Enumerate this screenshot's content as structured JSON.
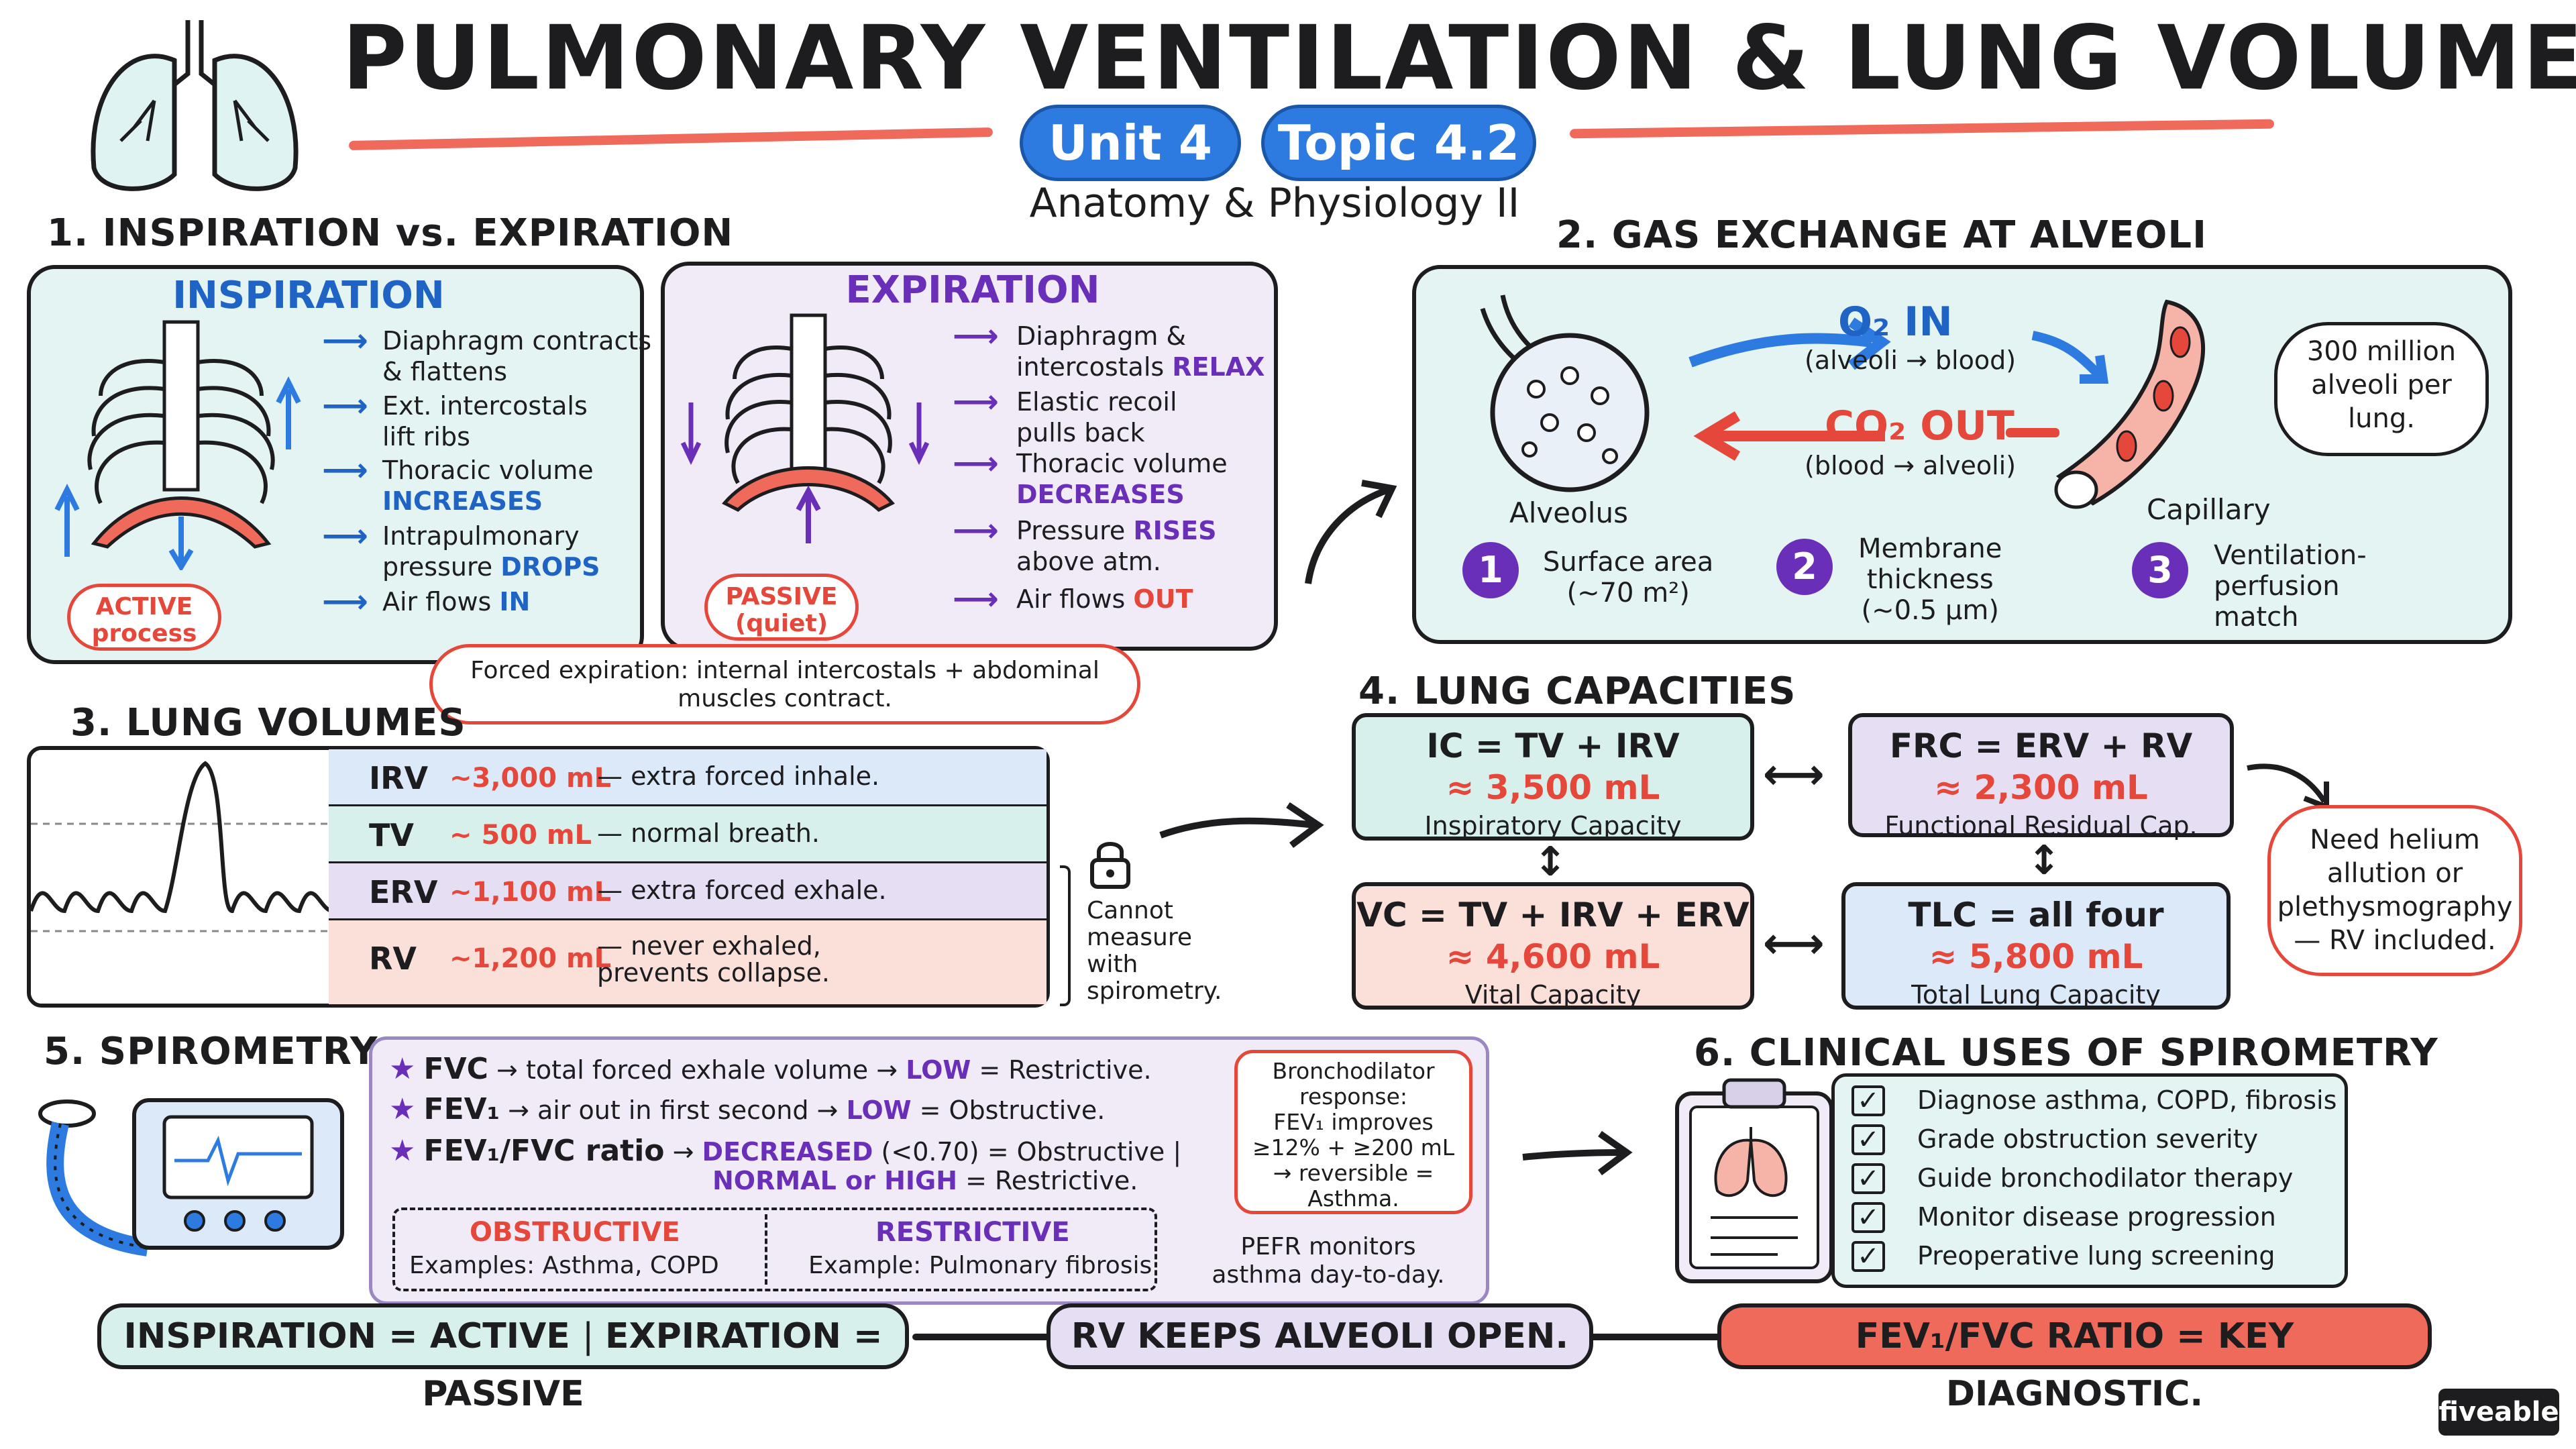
{
  "header": {
    "title": "PULMONARY VENTILATION & LUNG VOLUMES",
    "unit": "Unit 4",
    "topic": "Topic 4.2",
    "subtitle": "Anatomy & Physiology II"
  },
  "sec1": {
    "heading": "1. INSPIRATION vs. EXPIRATION",
    "inspiration": {
      "title": "INSPIRATION",
      "items": [
        {
          "pre": "Diaphragm contracts\n& flattens",
          "hl": ""
        },
        {
          "pre": "Ext. intercostals\nlift ribs",
          "hl": ""
        },
        {
          "pre": "Thoracic volume\n",
          "hl": "INCREASES"
        },
        {
          "pre": "Intrapulmonary\npressure ",
          "hl": "DROPS"
        },
        {
          "pre": "Air flows ",
          "hl": "IN"
        }
      ],
      "badge": "ACTIVE\nprocess"
    },
    "expiration": {
      "title": "EXPIRATION",
      "items": [
        {
          "pre": "Diaphragm &\nintercostals ",
          "hl": "RELAX"
        },
        {
          "pre": "Elastic recoil\npulls back",
          "hl": ""
        },
        {
          "pre": "Thoracic volume\n",
          "hl": "DECREASES"
        },
        {
          "pre": "Pressure ",
          "hl": "RISES",
          "post": "\nabove atm."
        },
        {
          "pre": "Air flows ",
          "hl": "OUT"
        }
      ],
      "badge": "PASSIVE\n(quiet)"
    },
    "forced_note": "Forced expiration: internal intercostals + abdominal\nmuscles contract."
  },
  "sec2": {
    "heading": "2. GAS EXCHANGE AT ALVEOLI",
    "o2_label": "O₂ IN",
    "o2_sub": "(alveoli → blood)",
    "co2_label": "CO₂ OUT",
    "co2_sub": "(blood → alveoli)",
    "alveolus": "Alveolus",
    "capillary": "Capillary",
    "thought": "300 million\nalveoli per\nlung.",
    "factors": [
      {
        "n": "1",
        "text": "Surface area\n(~70 m²)"
      },
      {
        "n": "2",
        "text": "Membrane\nthickness\n(~0.5 μm)"
      },
      {
        "n": "3",
        "text": "Ventilation-\nperfusion\nmatch"
      }
    ]
  },
  "sec3": {
    "heading": "3. LUNG VOLUMES",
    "rows": [
      {
        "k": "IRV",
        "v": "~3,000 mL",
        "d": "— extra forced inhale.",
        "color": "#dbe9f8"
      },
      {
        "k": "TV",
        "v": "~ 500 mL",
        "d": "— normal breath.",
        "color": "#d8f0ec"
      },
      {
        "k": "ERV",
        "v": "~1,100 mL",
        "d": "— extra forced exhale.",
        "color": "#e6def3"
      },
      {
        "k": "RV",
        "v": "~1,200 mL",
        "d": "— never exhaled,\nprevents collapse.",
        "color": "#fbe0da"
      }
    ],
    "lock_note": "Cannot\nmeasure\nwith\nspirometry."
  },
  "sec4": {
    "heading": "4. LUNG CAPACITIES",
    "caps": [
      {
        "f": "IC = TV + IRV",
        "v": "≈ 3,500 mL",
        "n": "Inspiratory Capacity",
        "color": "#d8f0ec"
      },
      {
        "f": "FRC = ERV + RV",
        "v": "≈ 2,300 mL",
        "n": "Functional Residual Cap.",
        "color": "#e6def3"
      },
      {
        "f": "VC = TV + IRV + ERV",
        "v": "≈ 4,600 mL",
        "n": "Vital Capacity",
        "color": "#fbe0da"
      },
      {
        "f": "TLC = all four",
        "v": "≈ 5,800 mL",
        "n": "Total Lung Capacity",
        "color": "#dbe9f8"
      }
    ],
    "helium_note": "Need helium\nallution or\nplethysmography\n— RV included."
  },
  "sec5": {
    "heading": "5. SPIROMETRY",
    "lines": [
      {
        "a": "FVC",
        "b": "→ total forced exhale volume →",
        "c": "LOW",
        "d": "= Restrictive."
      },
      {
        "a": "FEV₁",
        "b": "→ air out in first second →",
        "c": "LOW",
        "d": "= Obstructive."
      },
      {
        "a": "FEV₁/FVC ratio",
        "b": "→",
        "c": "DECREASED",
        "d": "(<0.70) = Obstructive |"
      }
    ],
    "line3b_hl": "NORMAL or HIGH",
    "line3b_tail": "= Restrictive.",
    "obstructive_title": "OBSTRUCTIVE",
    "obstructive_ex": "Examples: Asthma, COPD",
    "restrictive_title": "RESTRICTIVE",
    "restrictive_ex": "Example: Pulmonary fibrosis",
    "bronch_note": "Bronchodilator\nresponse:\nFEV₁ improves\n≥12% + ≥200 mL\n→ reversible =\nAsthma.",
    "pefr_note": "PEFR monitors\nasthma day-to-day."
  },
  "sec6": {
    "heading": "6. CLINICAL USES OF SPIROMETRY",
    "items": [
      "Diagnose asthma, COPD, fibrosis",
      "Grade obstruction severity",
      "Guide bronchodilator therapy",
      "Monitor disease progression",
      "Preoperative lung screening"
    ],
    "check": "✓"
  },
  "footer": {
    "b1_left": "INSPIRATION = ACTIVE",
    "b1_right": "EXPIRATION = PASSIVE",
    "b2": "RV KEEPS ALVEOLI OPEN.",
    "b3": "FEV₁/FVC RATIO = KEY DIAGNOSTIC.",
    "logo": "fiveable"
  },
  "colors": {
    "teal_panel": "#e3f4f2",
    "purple_panel": "#f1ebf8",
    "blue_accent": "#2d7be0",
    "red_accent": "#e5483a",
    "purple_accent": "#6a2fb8"
  },
  "icons": [
    "lungs-icon",
    "ribcage-icon",
    "alveolus-icon",
    "capillary-icon",
    "lock-icon",
    "spirometer-icon",
    "clipboard-icon",
    "star-icon",
    "checkbox-icon"
  ]
}
